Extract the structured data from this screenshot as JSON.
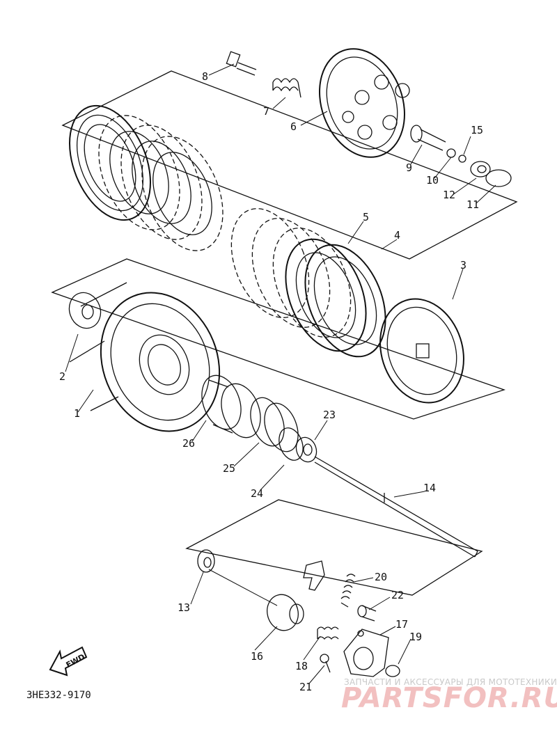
{
  "diagram": {
    "code": "3HE332-9170",
    "forward_label": "FWD",
    "forward_icon": "arrow-left-icon",
    "watermark": {
      "caption": "ЗАПЧАСТИ И АКСЕССУАРЫ ДЛЯ МОТОТЕХНИКИ",
      "logo": "PARTSFOR.RU",
      "color": "#f2c0c0"
    },
    "callouts": [
      {
        "id": "1",
        "text": "1"
      },
      {
        "id": "2",
        "text": "2"
      },
      {
        "id": "3",
        "text": "3"
      },
      {
        "id": "4",
        "text": "4"
      },
      {
        "id": "5",
        "text": "5"
      },
      {
        "id": "6",
        "text": "6"
      },
      {
        "id": "7",
        "text": "7"
      },
      {
        "id": "8",
        "text": "8"
      },
      {
        "id": "9",
        "text": "9"
      },
      {
        "id": "10",
        "text": "10"
      },
      {
        "id": "11",
        "text": "11"
      },
      {
        "id": "12",
        "text": "12"
      },
      {
        "id": "13",
        "text": "13"
      },
      {
        "id": "14",
        "text": "14"
      },
      {
        "id": "15",
        "text": "15"
      },
      {
        "id": "16",
        "text": "16"
      },
      {
        "id": "17",
        "text": "17"
      },
      {
        "id": "18",
        "text": "18"
      },
      {
        "id": "19",
        "text": "19"
      },
      {
        "id": "20",
        "text": "20"
      },
      {
        "id": "21",
        "text": "21"
      },
      {
        "id": "22",
        "text": "22"
      },
      {
        "id": "23",
        "text": "23"
      },
      {
        "id": "24",
        "text": "24"
      },
      {
        "id": "25",
        "text": "25"
      },
      {
        "id": "26",
        "text": "26"
      }
    ]
  }
}
